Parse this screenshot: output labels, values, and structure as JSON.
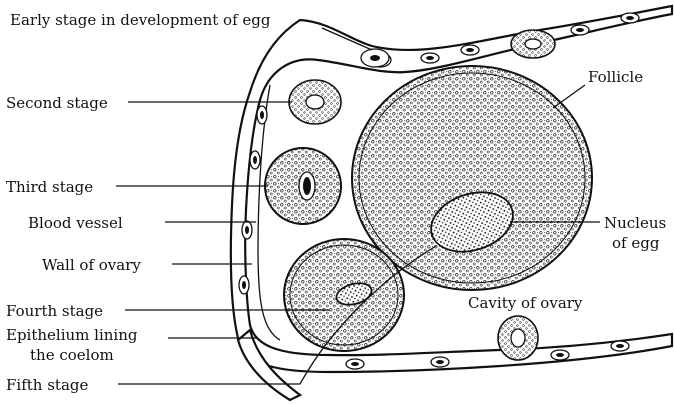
{
  "labels": {
    "early_stage": "Early stage in development of egg",
    "second_stage": "Second stage",
    "third_stage": "Third stage",
    "blood_vessel": "Blood vessel",
    "wall_of_ovary": "Wall of ovary",
    "fourth_stage": "Fourth stage",
    "epithelium_line1": "Epithelium lining",
    "epithelium_line2": "the coelom",
    "fifth_stage": "Fifth stage",
    "follicle": "Follicle",
    "nucleus_line1": "Nucleus",
    "nucleus_line2": "of egg",
    "cavity_of_ovary": "Cavity of ovary"
  },
  "colors": {
    "ink": "#111111",
    "paper": "#ffffff"
  }
}
